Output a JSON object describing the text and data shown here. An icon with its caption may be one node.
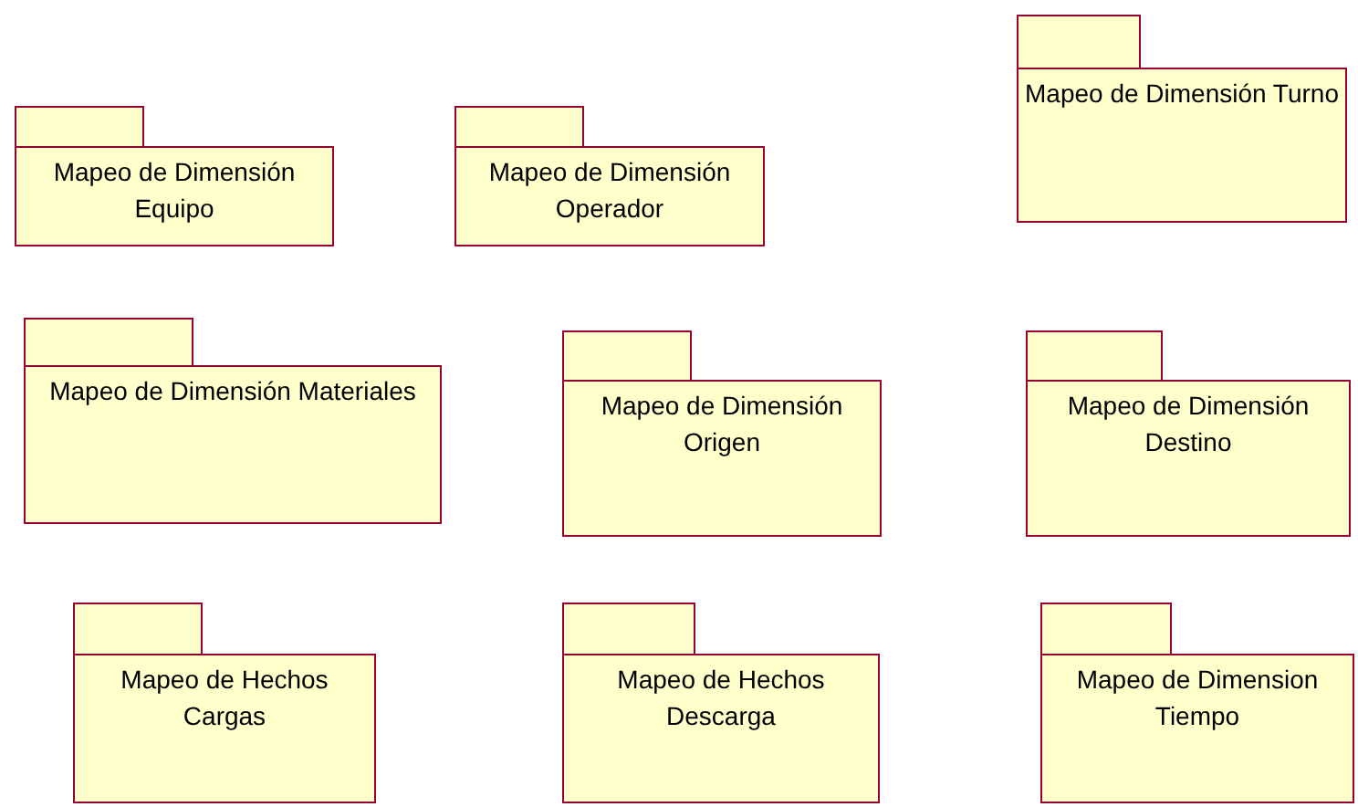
{
  "diagram": {
    "nodes": [
      {
        "text": [
          "Mapeo de Dimensión Equipo"
        ]
      },
      {
        "text": [
          "Mapeo de Dimensión Operador"
        ]
      },
      {
        "text": [
          "Mapeo de Dimensión Turno"
        ]
      },
      {
        "text": [
          "Mapeo de Dimensión Materiales"
        ]
      },
      {
        "text": [
          "Mapeo de Dimensión Origen"
        ]
      },
      {
        "text": [
          "Mapeo de Dimensión Destino"
        ]
      },
      {
        "text": [
          "Mapeo de Hechos Cargas"
        ]
      },
      {
        "text": [
          "Mapeo de Hechos Descarga"
        ]
      },
      {
        "text": [
          "Mapeo de Dimension Tiempo"
        ]
      }
    ]
  }
}
